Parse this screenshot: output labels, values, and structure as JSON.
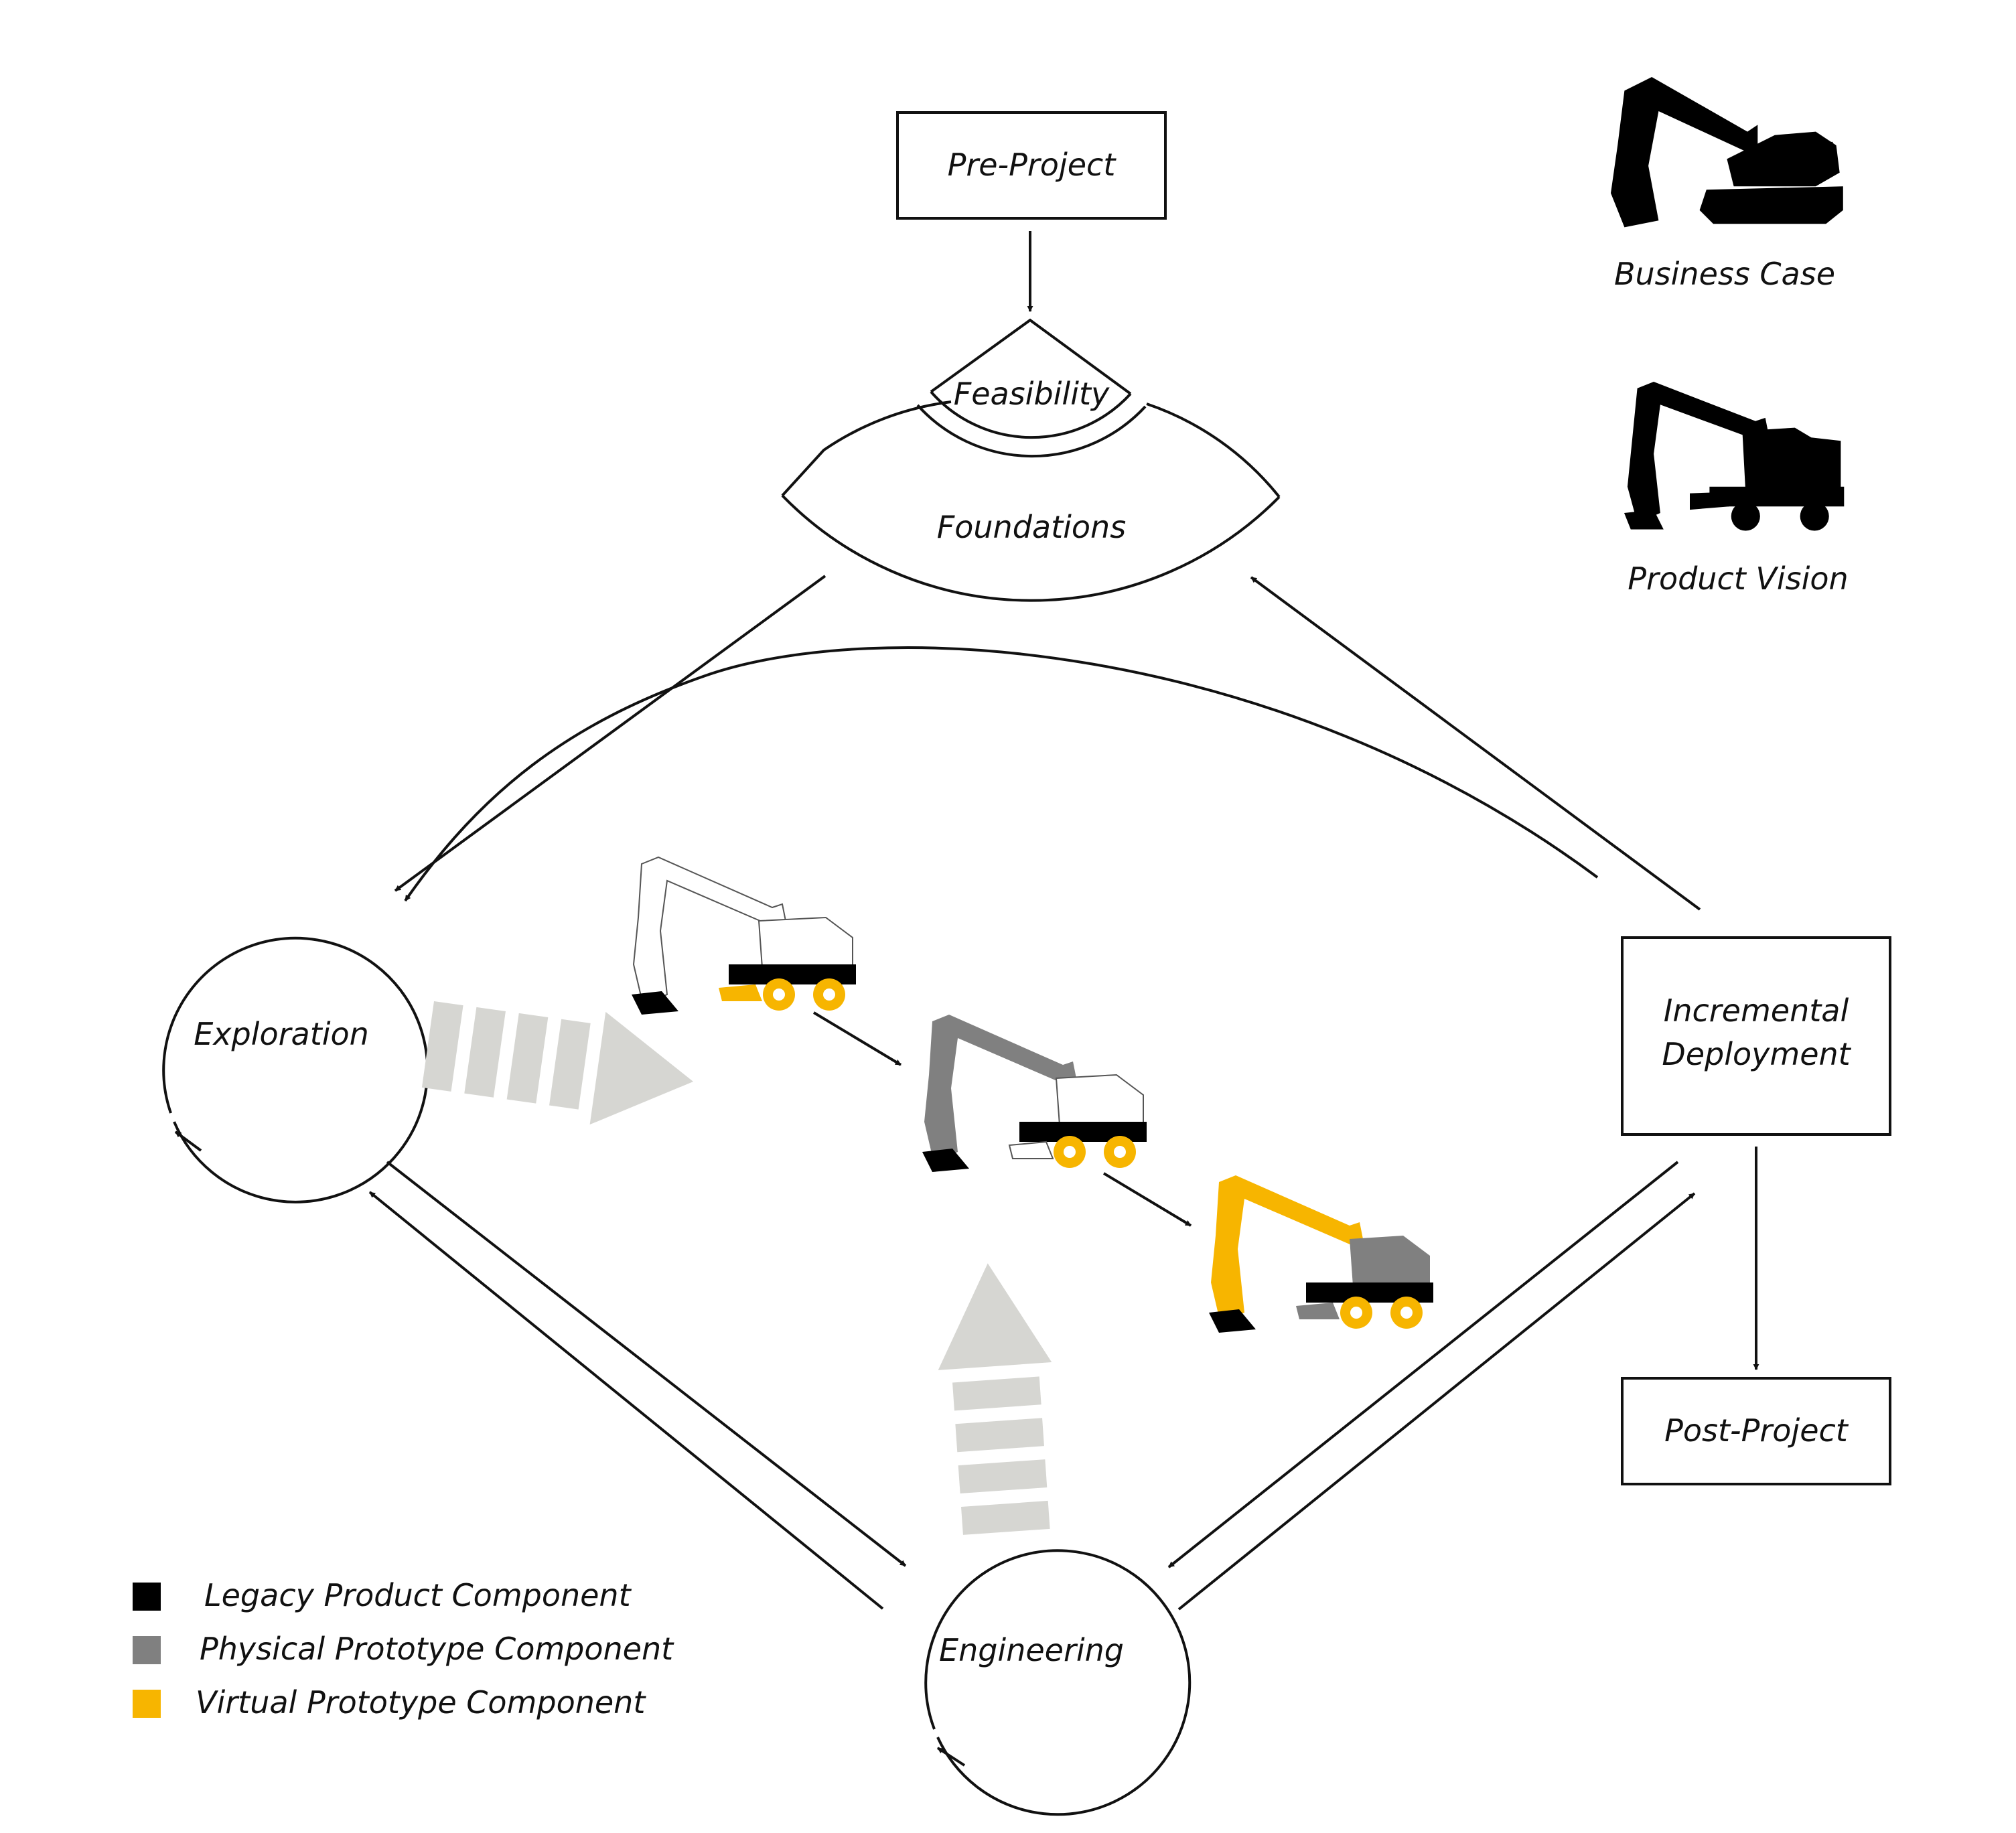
{
  "nodes": {
    "pre_project": "Pre-Project",
    "feasibility": "Feasibility",
    "foundations": "Foundations",
    "exploration": "Exploration",
    "engineering": "Engineering",
    "incremental_deployment_line1": "Incremental",
    "incremental_deployment_line2": "Deployment",
    "post_project": "Post-Project"
  },
  "side_panel": {
    "business_case": "Business Case",
    "product_vision": "Product Vision"
  },
  "legend": [
    {
      "label": "Legacy Product Component",
      "color": "#000000"
    },
    {
      "label": "Physical Prototype Component",
      "color": "#808080"
    },
    {
      "label": "Virtual Prototype Component",
      "color": "#F7B500"
    }
  ],
  "colors": {
    "line": "#111111",
    "progress_arrow": "#D6D6D2",
    "legacy": "#000000",
    "physical": "#808080",
    "virtual": "#F7B500"
  },
  "icons": [
    "excavator-icon",
    "wheeled-excavator-icon",
    "progress-arrow-icon"
  ]
}
